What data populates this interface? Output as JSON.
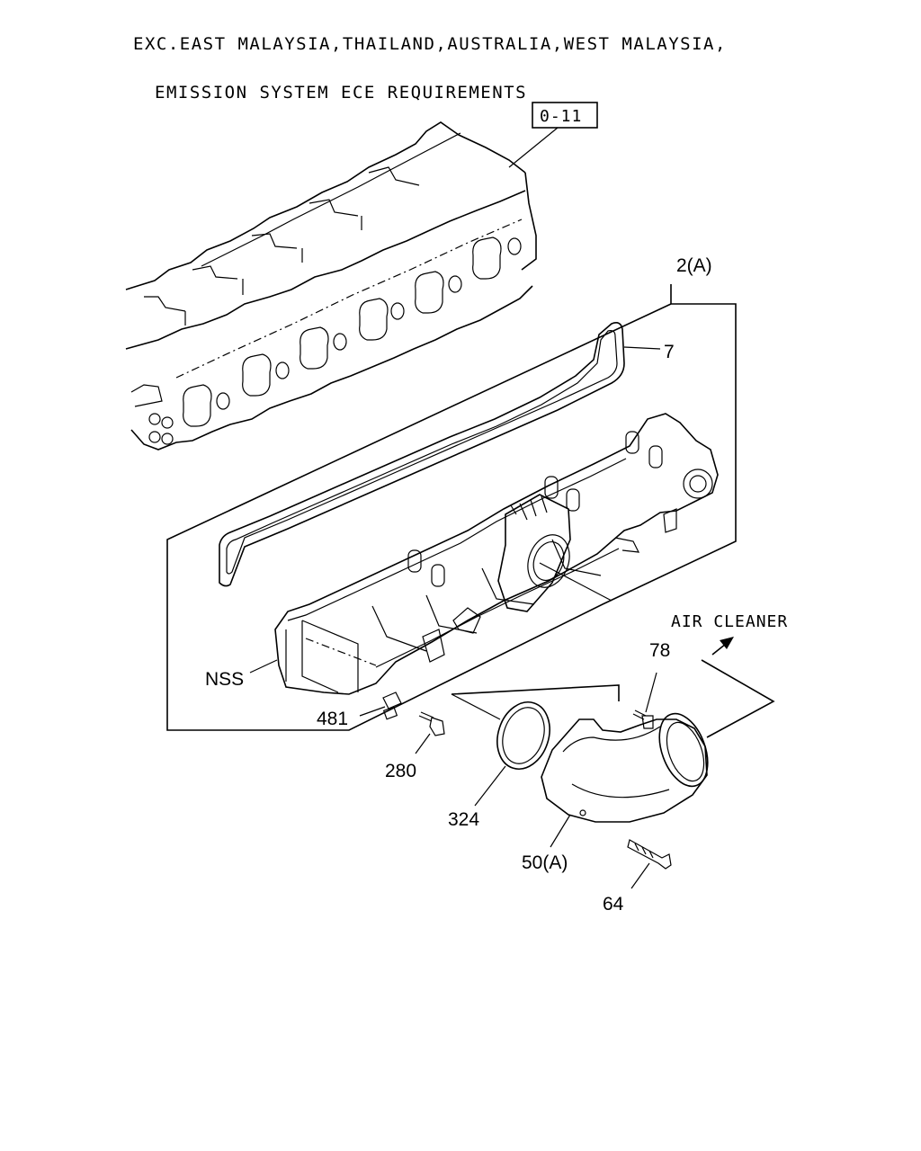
{
  "header": {
    "line1": "EXC.EAST MALAYSIA,THAILAND,AUSTRALIA,WEST MALAYSIA,",
    "line2": "EMISSION SYSTEM ECE REQUIREMENTS"
  },
  "refbox": "0-11",
  "callouts": {
    "assembly": "2(A)",
    "gasket": "7",
    "nss": "NSS",
    "p481": "481",
    "p280": "280",
    "p324": "324",
    "p50": "50(A)",
    "p64": "64",
    "p78": "78"
  },
  "direction": {
    "air_cleaner": "AIR CLEANER",
    "arrow_icon": "arrow-up-right-icon"
  }
}
